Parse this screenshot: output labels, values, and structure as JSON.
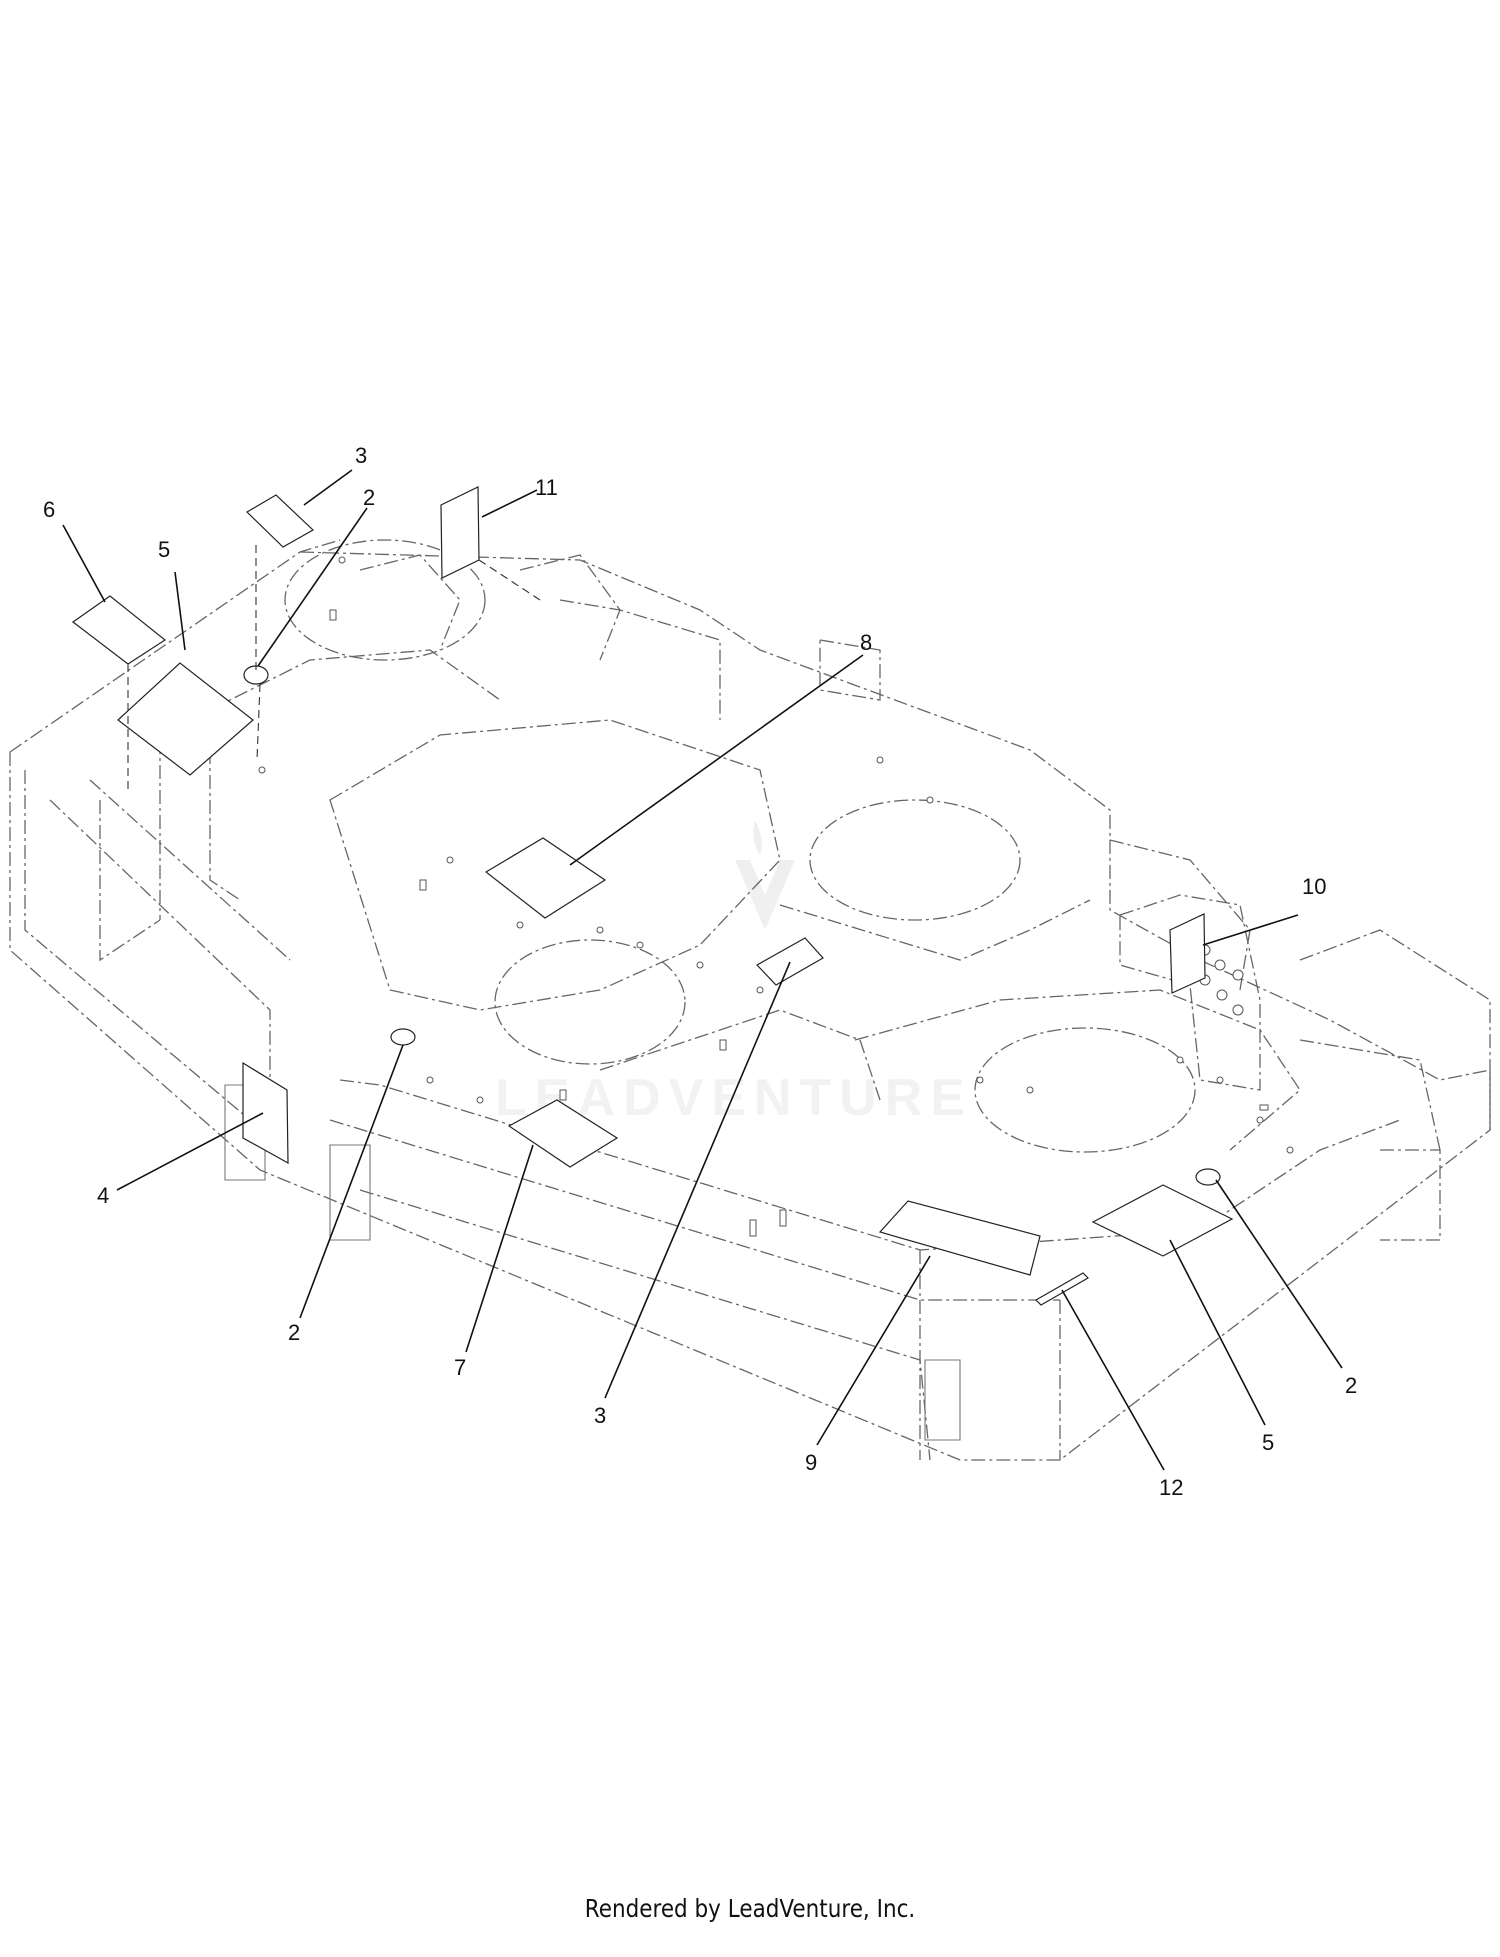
{
  "watermark": {
    "text": "LEADVENTURE",
    "color": "#f1f1f1"
  },
  "footer": {
    "text": "Rendered by LeadVenture, Inc."
  },
  "callouts": [
    {
      "id": "c6",
      "label": "6"
    },
    {
      "id": "c5a",
      "label": "5"
    },
    {
      "id": "c3a",
      "label": "3"
    },
    {
      "id": "c2a",
      "label": "2"
    },
    {
      "id": "c11",
      "label": "11"
    },
    {
      "id": "c8",
      "label": "8"
    },
    {
      "id": "c10",
      "label": "10"
    },
    {
      "id": "c4",
      "label": "4"
    },
    {
      "id": "c2b",
      "label": "2"
    },
    {
      "id": "c7",
      "label": "7"
    },
    {
      "id": "c3b",
      "label": "3"
    },
    {
      "id": "c9",
      "label": "9"
    },
    {
      "id": "c12",
      "label": "12"
    },
    {
      "id": "c5b",
      "label": "5"
    },
    {
      "id": "c2c",
      "label": "2"
    }
  ],
  "colors": {
    "line": "#111111",
    "deck_outline": "#666666",
    "background": "#ffffff"
  }
}
